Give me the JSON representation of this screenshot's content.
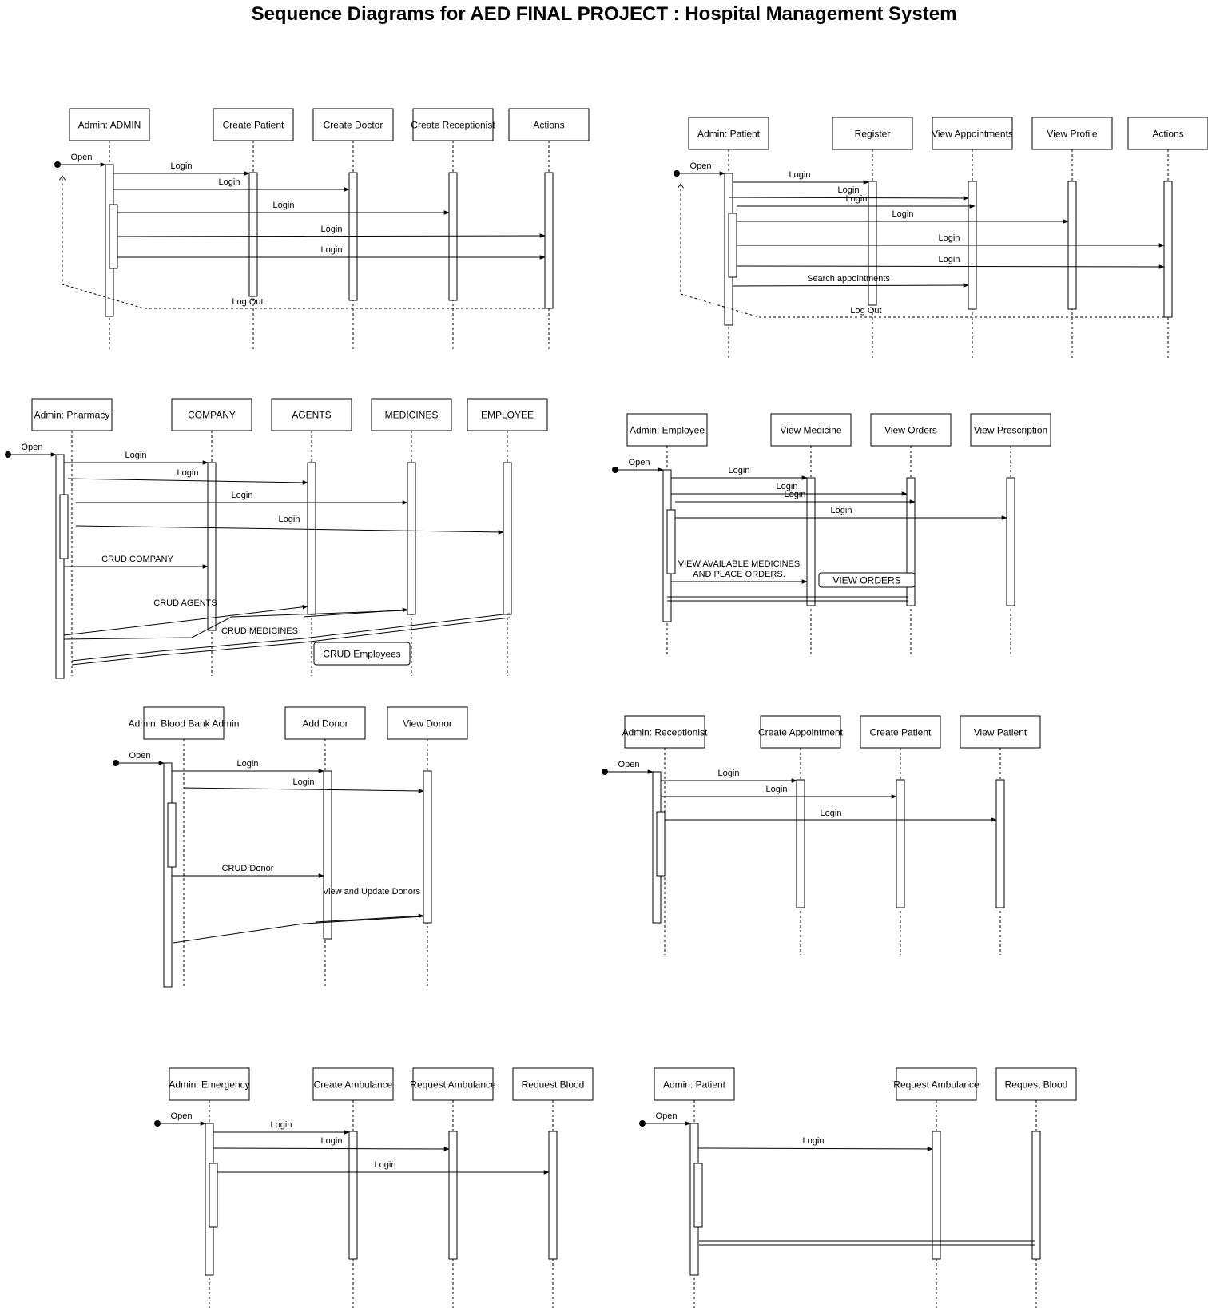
{
  "title": "Sequence Diagrams for AED FINAL PROJECT : Hospital Management System",
  "labels": {
    "open": "Open",
    "login": "Login",
    "log_out": "Log Out",
    "search_appointments": "Search appointments",
    "crud_company": "CRUD COMPANY",
    "crud_agents": "CRUD AGENTS",
    "crud_medicines": "CRUD MEDICINES",
    "crud_employees": "CRUD Employees",
    "view_available_medicines": "VIEW AVAILABLE MEDICINES",
    "and_place_orders": "AND PLACE ORDERS.",
    "view_orders": "VIEW ORDERS",
    "crud_donor": "CRUD Donor",
    "view_and_update_donors": "View and Update Donors"
  },
  "diagrams": [
    {
      "id": "admin",
      "participants": [
        "Admin: ADMIN",
        "Create Patient",
        "Create Doctor",
        "Create Receptionist",
        "Actions"
      ]
    },
    {
      "id": "patient",
      "participants": [
        "Admin: Patient",
        "Register",
        "View Appointments",
        "View Profile",
        "Actions"
      ]
    },
    {
      "id": "pharmacy",
      "participants": [
        "Admin: Pharmacy",
        "COMPANY",
        "AGENTS",
        "MEDICINES",
        "EMPLOYEE"
      ]
    },
    {
      "id": "employee",
      "participants": [
        "Admin: Employee",
        "View Medicine",
        "View Orders",
        "View Prescription"
      ]
    },
    {
      "id": "bloodbank",
      "participants": [
        "Admin: Blood Bank Admin",
        "Add Donor",
        "View Donor"
      ]
    },
    {
      "id": "receptionist",
      "participants": [
        "Admin: Receptionist",
        "Create Appointment",
        "Create Patient",
        "View Patient"
      ]
    },
    {
      "id": "emergency",
      "participants": [
        "Admin: Emergency",
        "Create Ambulance",
        "Request Ambulance",
        "Request Blood"
      ]
    },
    {
      "id": "patient2",
      "participants": [
        "Admin: Patient",
        "Request Ambulance",
        "Request Blood"
      ]
    }
  ]
}
